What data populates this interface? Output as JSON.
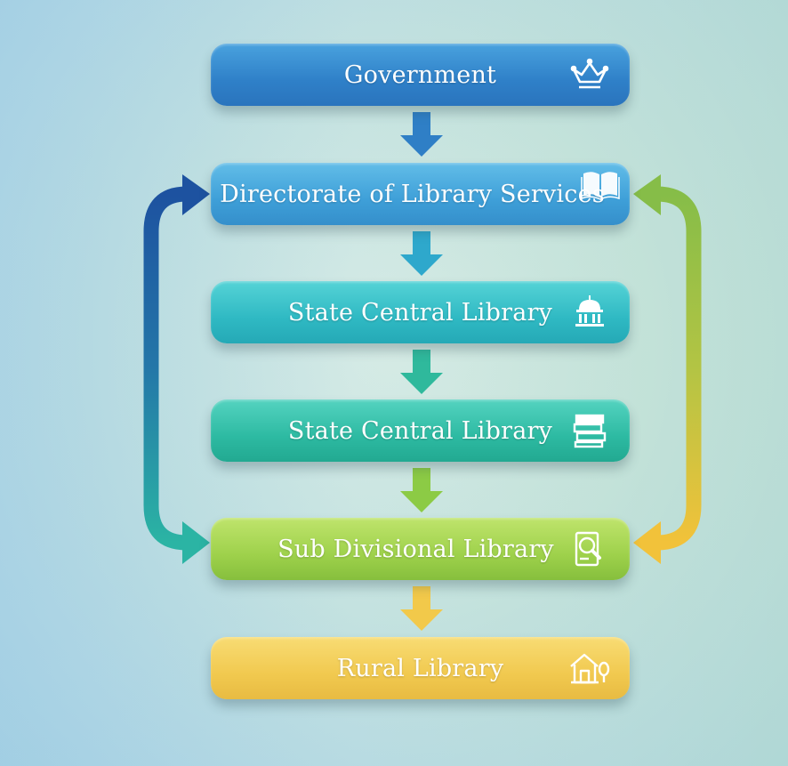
{
  "diagram": {
    "type": "hierarchical-flowchart",
    "nodes": [
      {
        "id": "government",
        "label": "Government",
        "icon": "crown-icon",
        "color": "#2f80c8"
      },
      {
        "id": "directorate",
        "label": "Directorate of Library Services",
        "icon": "open-book-icon",
        "color": "#3e9fd8"
      },
      {
        "id": "state-central-1",
        "label": "State Central Library",
        "icon": "building-dome-icon",
        "color": "#2fb9c3"
      },
      {
        "id": "state-central-2",
        "label": "State Central Library",
        "icon": "books-stack-icon",
        "color": "#2dbaa2"
      },
      {
        "id": "sub-divisional",
        "label": "Sub Divisional Library",
        "icon": "document-search-icon",
        "color": "#9ed14b"
      },
      {
        "id": "rural",
        "label": "Rural Library",
        "icon": "house-tree-icon",
        "color": "#f1c94f"
      }
    ],
    "arrows": [
      {
        "from": "government",
        "to": "directorate",
        "color": "#2f7fc6"
      },
      {
        "from": "directorate",
        "to": "state-central-1",
        "color": "#2ea8cc"
      },
      {
        "from": "state-central-1",
        "to": "state-central-2",
        "color": "#2fb99c"
      },
      {
        "from": "state-central-2",
        "to": "sub-divisional",
        "color": "#8ccb45"
      },
      {
        "from": "sub-divisional",
        "to": "rural",
        "color": "#f2c94a"
      }
    ],
    "side_arrows": [
      {
        "side": "left",
        "between": [
          "directorate",
          "sub-divisional"
        ],
        "direction": "bidirectional",
        "colors": [
          "#1f5aa3",
          "#2ab3a3"
        ]
      },
      {
        "side": "right",
        "between": [
          "directorate",
          "sub-divisional"
        ],
        "direction": "bidirectional",
        "colors": [
          "#8cc04a",
          "#f2c23a"
        ]
      }
    ]
  }
}
